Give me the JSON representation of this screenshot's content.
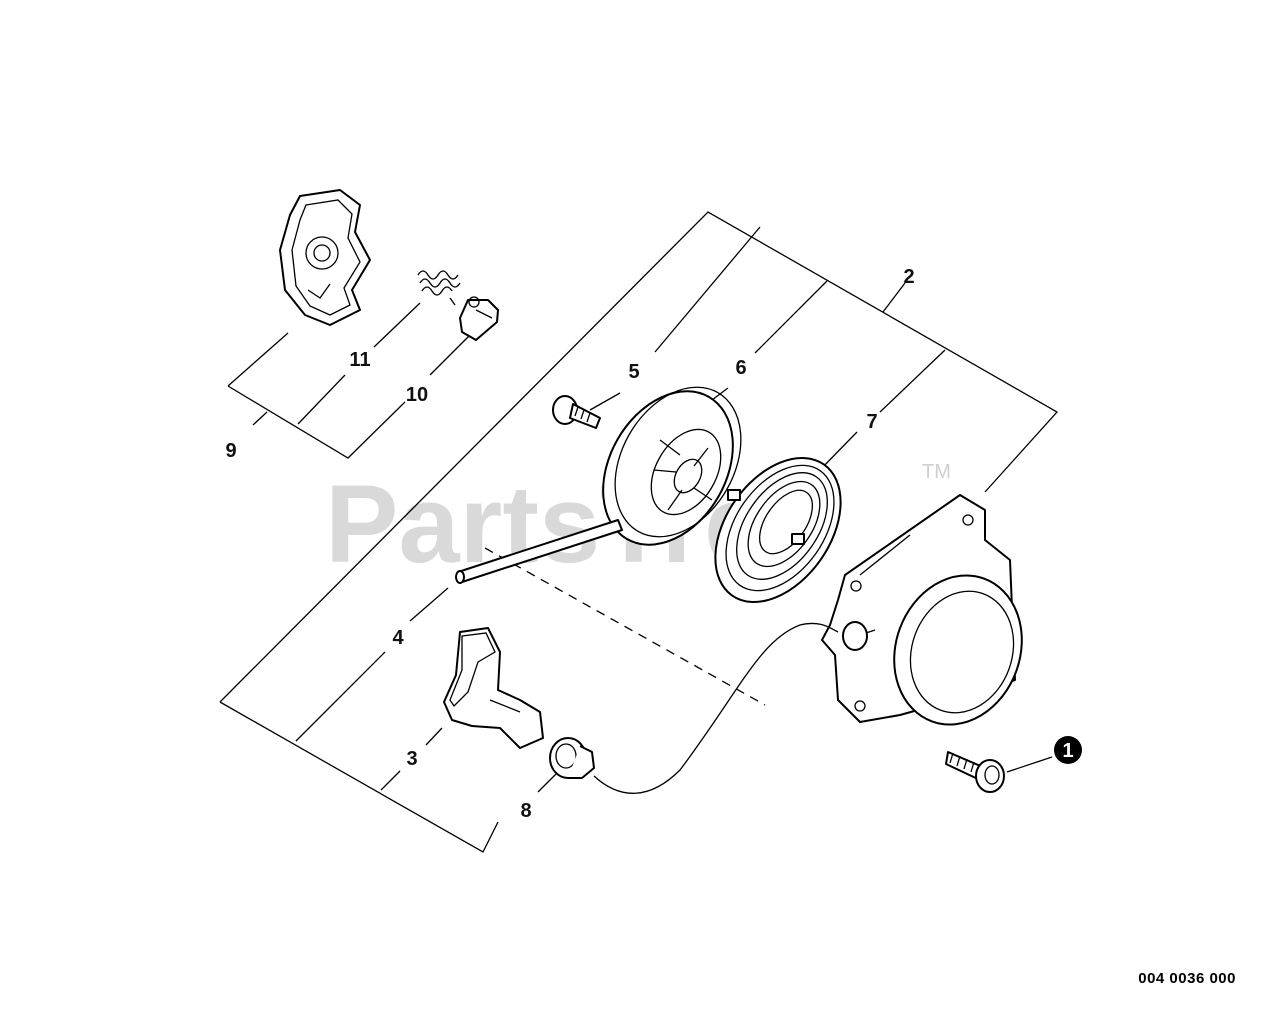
{
  "watermark": {
    "text": "PartsTree",
    "tm": "TM"
  },
  "callouts": [
    {
      "id": "c1",
      "label": "1"
    },
    {
      "id": "c2",
      "label": "2"
    },
    {
      "id": "c3",
      "label": "3"
    },
    {
      "id": "c4",
      "label": "4"
    },
    {
      "id": "c5",
      "label": "5"
    },
    {
      "id": "c6",
      "label": "6"
    },
    {
      "id": "c7",
      "label": "7"
    },
    {
      "id": "c8",
      "label": "8"
    },
    {
      "id": "c9",
      "label": "9"
    },
    {
      "id": "c10",
      "label": "10"
    },
    {
      "id": "c11",
      "label": "11"
    }
  ],
  "document_number": "004 0036 000"
}
